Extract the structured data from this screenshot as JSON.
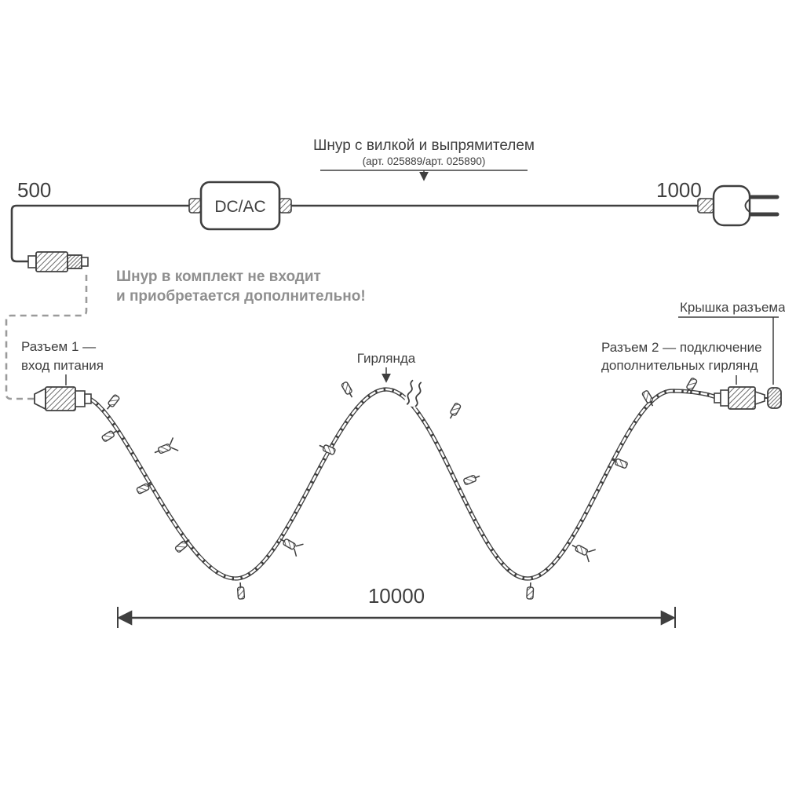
{
  "labels": {
    "cord": {
      "title": "Шнур с вилкой и выпрямителем",
      "subtitle": "(арт. 025889/арт. 025890)"
    },
    "len_cord_left": "500",
    "len_cord_right": "1000",
    "converter": "DC/AC",
    "note_line1": "Шнур в комплект не входит",
    "note_line2": "и приобретается дополнительно!",
    "connector1_line1": "Разъем 1 —",
    "connector1_line2": "вход питания",
    "garland": "Гирлянда",
    "connector2_line1": "Разъем 2 — подключение",
    "connector2_line2": "дополнительных гирлянд",
    "cap": "Крышка разъема",
    "total_length": "10000"
  },
  "colors": {
    "line": "#3f3f3f",
    "gray": "#9b9b9b",
    "gray_text": "#8f8f8f",
    "background": "#ffffff"
  }
}
